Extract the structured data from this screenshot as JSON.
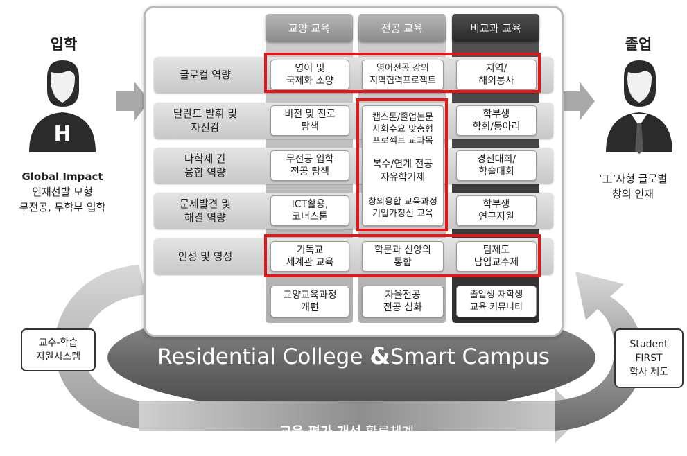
{
  "left": {
    "title": "입학",
    "caption_bold": "Global Impact",
    "caption_line2": "인재선발 모형",
    "caption_line3": "무전공, 무학부 입학",
    "badge_letter": "H"
  },
  "right": {
    "title": "졸업",
    "caption_line1": "‘工’자형 글로벌",
    "caption_line2": "창의 인재"
  },
  "columns": [
    "교양 교육",
    "전공 교육",
    "비교과 교육"
  ],
  "rows": [
    {
      "label": "글로컬 역량",
      "col1": "영어 및\n국제화 소양",
      "col2": "영어전공 강의\n지역협력프로젝트",
      "col3": "지역/\n해외봉사"
    },
    {
      "label": "달란트 발휘 및\n자신감",
      "col1": "비전 및 진로\n탐색",
      "col3": "학부생\n학회/동아리"
    },
    {
      "label": "다학제 간\n융합 역량",
      "col1": "무전공 입학\n전공 탐색",
      "col3": "경진대회/\n학술대회"
    },
    {
      "label": "문제발견 및\n해결 역량",
      "col1": "ICT활용,\n코너스톤",
      "col3": "학부생\n연구지원"
    },
    {
      "label": "인성 및 영성",
      "col1": "기독교\n세계관 교육",
      "col2": "학문과 신앙의\n통합",
      "col3": "팀제도\n담임교수제"
    }
  ],
  "major_middle": [
    "캡스톤/졸업논문\n사회수요 맞춤형\n프로젝트 교과목",
    "복수/연계 전공\n자유학기제",
    "창의융합 교육과정\n기업가정신 교육"
  ],
  "footers": [
    "교양교육과정\n개편",
    "자율전공\n전공 심화",
    "졸업생-재학생\n교육 커뮤니티"
  ],
  "ellipse_text_1": "Residential College",
  "ellipse_amp": "&",
  "ellipse_text_2": "Smart Campus",
  "left_box": "교수-학습\n지원시스템",
  "right_box": "Student\nFIRST\n학사 제도",
  "bottom_bold": "교육 평가 개선",
  "bottom_normal": "환류체계"
}
